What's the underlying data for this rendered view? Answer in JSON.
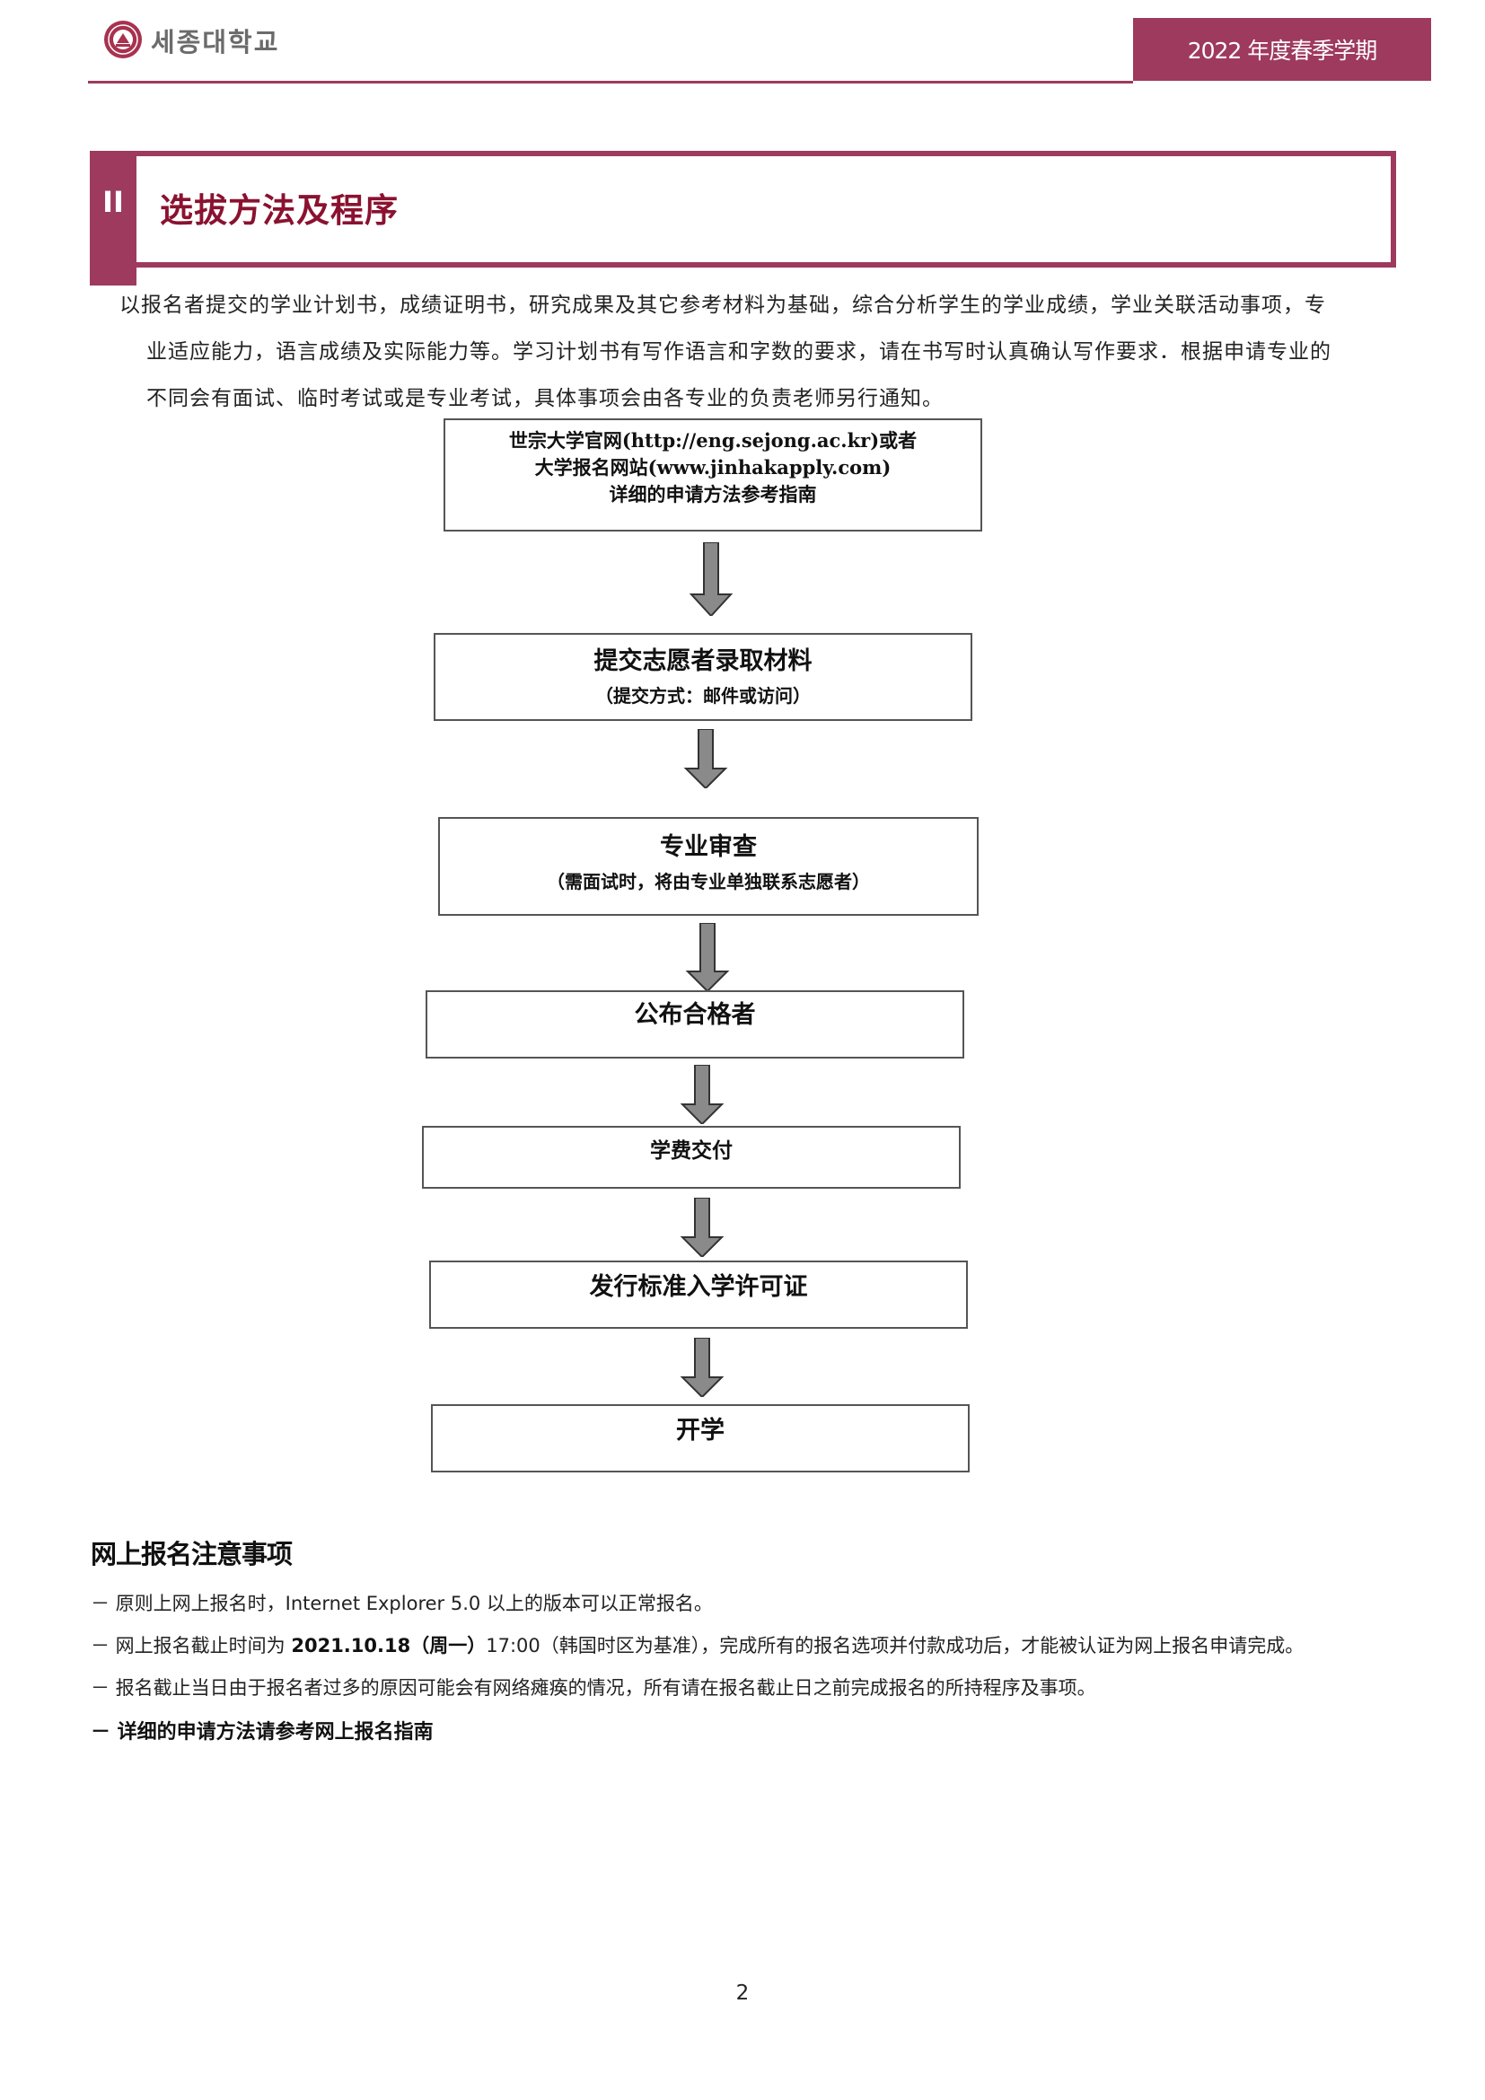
{
  "header": {
    "brand": "세종대학교",
    "term": "2022 年度春季学期",
    "logo_icon": "university-seal-icon",
    "accent_color": "#9e3a5e"
  },
  "section": {
    "number": "II",
    "title": "选拔方法及程序"
  },
  "intro": {
    "line1": "以报名者提交的学业计划书，成绩证明书，研究成果及其它参考材料为基础，综合分析学生的学业成绩，学业关联活动事项，专",
    "line2": "业适应能力，语言成绩及实际能力等。学习计划书有写作语言和字数的要求，请在书写时认真确认写作要求．根据申请专业的",
    "line3": "不同会有面试、临时考试或是专业考试，具体事项会由各专业的负责老师另行通知。"
  },
  "flow": {
    "step1": {
      "line1": "世宗大学官网(http://eng.sejong.ac.kr)或者",
      "line2": "大学报名网站(www.jinhakapply.com)",
      "line3": "详细的申请方法参考指南"
    },
    "step2": {
      "title": "提交志愿者录取材料",
      "sub": "（提交方式：邮件或访问）"
    },
    "step3": {
      "title": "专业审查",
      "sub": "（需面试时，将由专业单独联系志愿者）"
    },
    "step4": {
      "title": "公布合格者"
    },
    "step5": {
      "title": "学费交付"
    },
    "step6": {
      "title": "发行标准入学许可证"
    },
    "step7": {
      "title": "开学"
    }
  },
  "notes": {
    "title": "网上报名注意事项",
    "item1": "－ 原则上网上报名时，Internet Explorer 5.0 以上的版本可以正常报名。",
    "item2_pre": "－ 网上报名截止时间为 ",
    "item2_date": "2021.10.18（周一）",
    "item2_post": "17:00（韩国时区为基准），完成所有的报名选项并付款成功后，才能被认证为网上报名申请完成。",
    "item3": "－ 报名截止当日由于报名者过多的原因可能会有网络瘫痪的情况，所有请在报名截止日之前完成报名的所持程序及事项。",
    "item4": "－ 详细的申请方法请参考网上报名指南"
  },
  "page_number": "2"
}
